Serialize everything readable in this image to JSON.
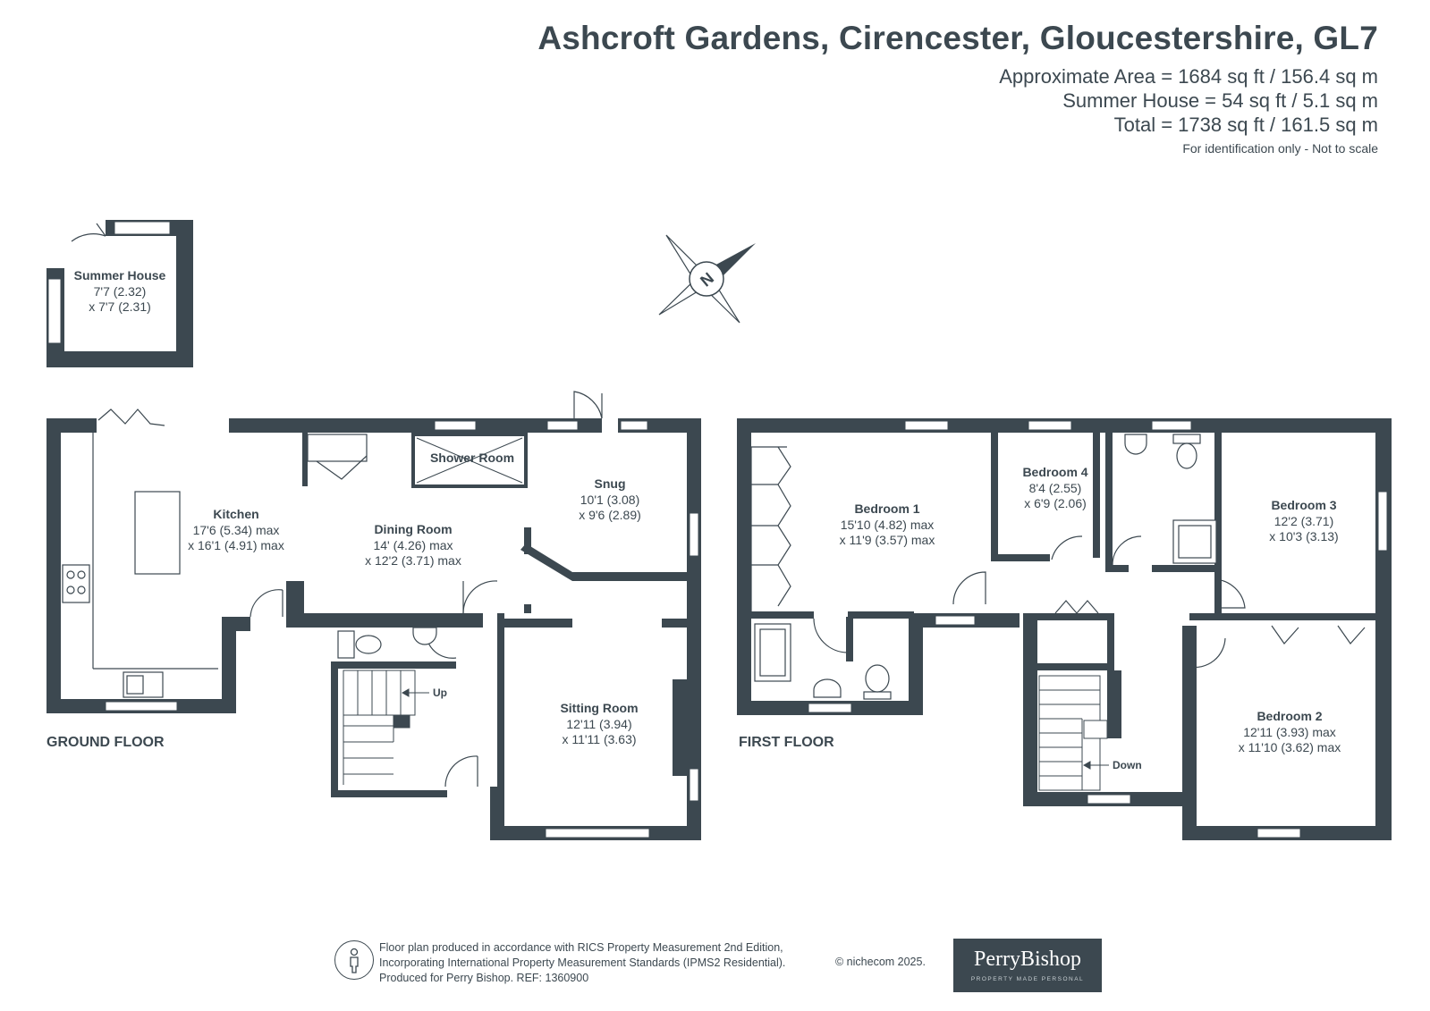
{
  "header": {
    "title": "Ashcroft Gardens, Cirencester, Gloucestershire, GL7",
    "area_lines": [
      "Approximate Area = 1684 sq ft / 156.4 sq m",
      "Summer House = 54 sq ft / 5.1 sq m",
      "Total = 1738 sq ft / 161.5 sq m"
    ],
    "disclaimer": "For identification only - Not to scale"
  },
  "compass": {
    "label": "N"
  },
  "summer_house": {
    "name": "Summer House",
    "dim1": "7'7 (2.32)",
    "dim2": "x 7'7 (2.31)"
  },
  "ground_floor": {
    "label": "GROUND FLOOR",
    "stairs_label": "Up",
    "rooms": [
      {
        "name": "Kitchen",
        "dim1": "17'6 (5.34) max",
        "dim2": "x 16'1 (4.91) max"
      },
      {
        "name": "Dining Room",
        "dim1": "14' (4.26) max",
        "dim2": "x 12'2 (3.71) max"
      },
      {
        "name": "Shower Room",
        "dim1": "",
        "dim2": ""
      },
      {
        "name": "Snug",
        "dim1": "10'1 (3.08)",
        "dim2": "x 9'6 (2.89)"
      },
      {
        "name": "Sitting Room",
        "dim1": "12'11 (3.94)",
        "dim2": "x 11'11 (3.63)"
      }
    ]
  },
  "first_floor": {
    "label": "FIRST FLOOR",
    "stairs_label": "Down",
    "rooms": [
      {
        "name": "Bedroom 1",
        "dim1": "15'10 (4.82) max",
        "dim2": "x 11'9 (3.57) max"
      },
      {
        "name": "Bedroom 4",
        "dim1": "8'4 (2.55)",
        "dim2": "x 6'9 (2.06)"
      },
      {
        "name": "Bedroom 3",
        "dim1": "12'2 (3.71)",
        "dim2": "x 10'3 (3.13)"
      },
      {
        "name": "Bedroom 2",
        "dim1": "12'11 (3.93) max",
        "dim2": "x 11'10 (3.62) max"
      }
    ]
  },
  "footer": {
    "lines": [
      "Floor plan produced in accordance with RICS Property Measurement 2nd Edition,",
      "Incorporating International Property Measurement Standards (IPMS2 Residential).",
      "Produced for Perry Bishop.   REF: 1360900"
    ],
    "copyright": "© nichecom 2025."
  },
  "brand": {
    "name": "PerryBishop",
    "tagline": "PROPERTY MADE PERSONAL"
  },
  "colors": {
    "wall": "#3c4850",
    "window": "#ffffff",
    "background": "#ffffff"
  }
}
